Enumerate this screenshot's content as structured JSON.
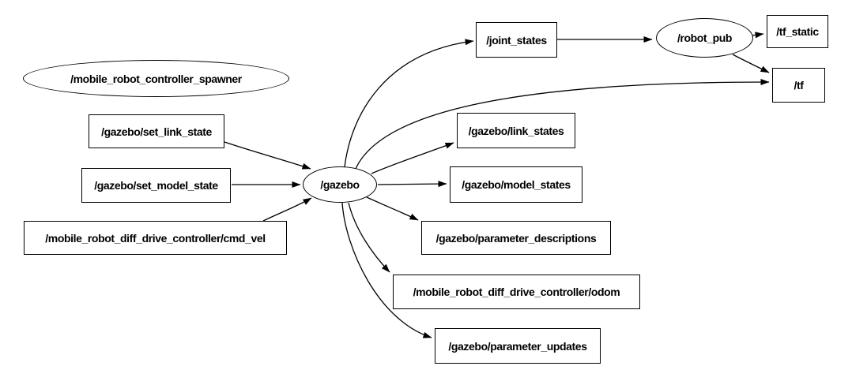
{
  "diagram": {
    "type": "ros-node-graph",
    "background_color": "#ffffff",
    "node_border_color": "#000000",
    "edge_color": "#000000",
    "text_color": "#000000",
    "nodes": [
      {
        "label": "/mobile_robot_controller_spawner",
        "shape": "ellipse"
      },
      {
        "label": "/gazebo/set_link_state",
        "shape": "box"
      },
      {
        "label": "/gazebo/set_model_state",
        "shape": "box"
      },
      {
        "label": "/mobile_robot_diff_drive_controller/cmd_vel",
        "shape": "box"
      },
      {
        "label": "/gazebo",
        "shape": "ellipse"
      },
      {
        "label": "/joint_states",
        "shape": "box"
      },
      {
        "label": "/robot_pub",
        "shape": "ellipse"
      },
      {
        "label": "/tf_static",
        "shape": "box"
      },
      {
        "label": "/tf",
        "shape": "box"
      },
      {
        "label": "/gazebo/link_states",
        "shape": "box"
      },
      {
        "label": "/gazebo/model_states",
        "shape": "box"
      },
      {
        "label": "/gazebo/parameter_descriptions",
        "shape": "box"
      },
      {
        "label": "/mobile_robot_diff_drive_controller/odom",
        "shape": "box"
      },
      {
        "label": "/gazebo/parameter_updates",
        "shape": "box"
      }
    ],
    "edges": [
      {
        "from": "/gazebo/set_link_state",
        "to": "/gazebo"
      },
      {
        "from": "/gazebo/set_model_state",
        "to": "/gazebo"
      },
      {
        "from": "/mobile_robot_diff_drive_controller/cmd_vel",
        "to": "/gazebo"
      },
      {
        "from": "/gazebo",
        "to": "/joint_states"
      },
      {
        "from": "/gazebo",
        "to": "/tf"
      },
      {
        "from": "/gazebo",
        "to": "/gazebo/link_states"
      },
      {
        "from": "/gazebo",
        "to": "/gazebo/model_states"
      },
      {
        "from": "/gazebo",
        "to": "/gazebo/parameter_descriptions"
      },
      {
        "from": "/gazebo",
        "to": "/mobile_robot_diff_drive_controller/odom"
      },
      {
        "from": "/gazebo",
        "to": "/gazebo/parameter_updates"
      },
      {
        "from": "/joint_states",
        "to": "/robot_pub"
      },
      {
        "from": "/robot_pub",
        "to": "/tf_static"
      },
      {
        "from": "/robot_pub",
        "to": "/tf"
      }
    ]
  }
}
